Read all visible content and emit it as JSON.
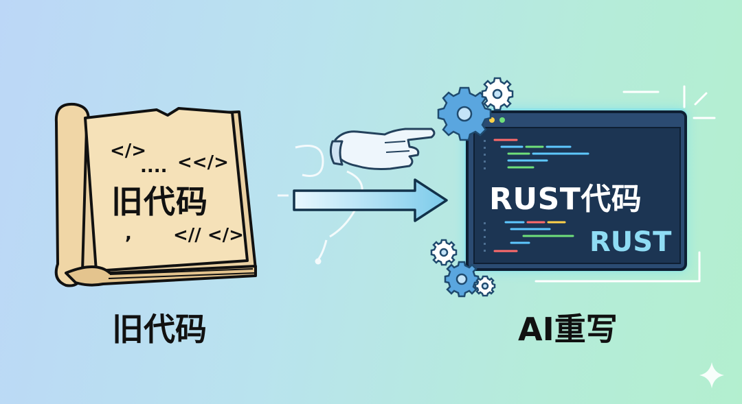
{
  "book": {
    "title": "旧代码",
    "symbols": [
      "</>",
      "....",
      "<</>",
      ",",
      "<// </>"
    ]
  },
  "screen": {
    "title": "RUST代码",
    "subtitle": "RUST"
  },
  "captions": {
    "left": "旧代码",
    "right": "AI重写"
  },
  "colors": {
    "book_paper": "#f3ddb0",
    "book_edge": "#e8c996",
    "screen_bg": "#1e3a5a",
    "screen_glow": "#6fe3ff",
    "arrow_fill": "#86d3ec",
    "gear": "#5aa6df"
  },
  "icons": [
    "sparkle-icon",
    "gear-icon",
    "robot-hand-icon",
    "arrow-icon"
  ]
}
